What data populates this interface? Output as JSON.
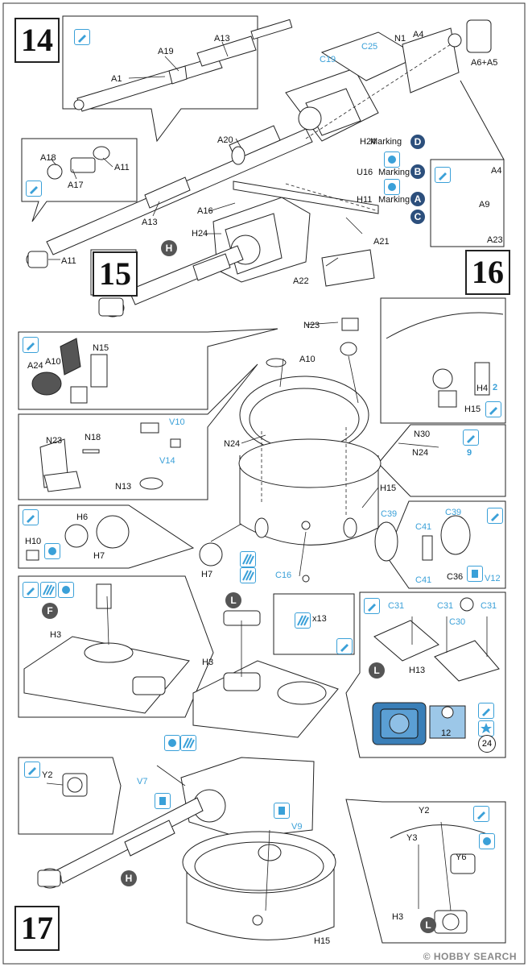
{
  "steps": [
    "14",
    "15",
    "16",
    "17"
  ],
  "labels": {
    "A13_top": "A13",
    "A19": "A19",
    "A1": "A1",
    "C25": "C25",
    "N1": "N1",
    "A4_top": "A4",
    "A6A5": "A6+A5",
    "C19": "C19",
    "A20": "A20",
    "H24_a": "H24",
    "A18": "A18",
    "A11_a": "A11",
    "A17": "A17",
    "A16": "A16",
    "H24_b": "H24",
    "A13_mid": "A13",
    "A11_b": "A11",
    "A21": "A21",
    "A22": "A22",
    "A4_b": "A4",
    "A9": "A9",
    "A23": "A23",
    "N23_a": "N23",
    "A10_a": "A10",
    "N15": "N15",
    "A24": "A24",
    "A10_b": "A10",
    "N24_a": "N24",
    "H4": "H4",
    "H4_mult": "2",
    "H15_a": "H15",
    "V10": "V10",
    "N18": "N18",
    "N23_b": "N23",
    "V14": "V14",
    "N13": "N13",
    "N30": "N30",
    "N24_b": "N24",
    "N30_mult": "9",
    "H15_b": "H15",
    "C39_a": "C39",
    "C39_b": "C39",
    "C41_a": "C41",
    "C41_b": "C41",
    "C36": "C36",
    "V12": "V12",
    "H6": "H6",
    "H10": "H10",
    "H7_a": "H7",
    "H7_b": "H7",
    "C16": "C16",
    "H3_a": "H3",
    "x13": "x13",
    "H3_b": "H3",
    "C31_a": "C31",
    "C31_b": "C31",
    "C31_c": "C31",
    "C30": "C30",
    "H13": "H13",
    "num12": "12",
    "num24": "24",
    "V7": "V7",
    "Y2_a": "Y2",
    "V9": "V9",
    "Y2_b": "Y2",
    "Y3": "Y3",
    "Y6": "Y6",
    "H3_c": "H3",
    "H15_c": "H15"
  },
  "markings": [
    {
      "text": "Marking",
      "letter": "D"
    },
    {
      "text": "Marking",
      "letter": "B",
      "part": "U16"
    },
    {
      "text": "Marking",
      "letter": "A",
      "part": "H11"
    },
    {
      "text": "",
      "letter": "C"
    }
  ],
  "callouts": {
    "H_a": "H",
    "H_b": "H",
    "F": "F",
    "L_a": "L",
    "L_b": "L",
    "L_c": "L"
  },
  "watermark": "© HOBBY SEARCH",
  "colors": {
    "accent": "#3aa0d8",
    "marking": "#2c4f7c",
    "line": "#222"
  }
}
